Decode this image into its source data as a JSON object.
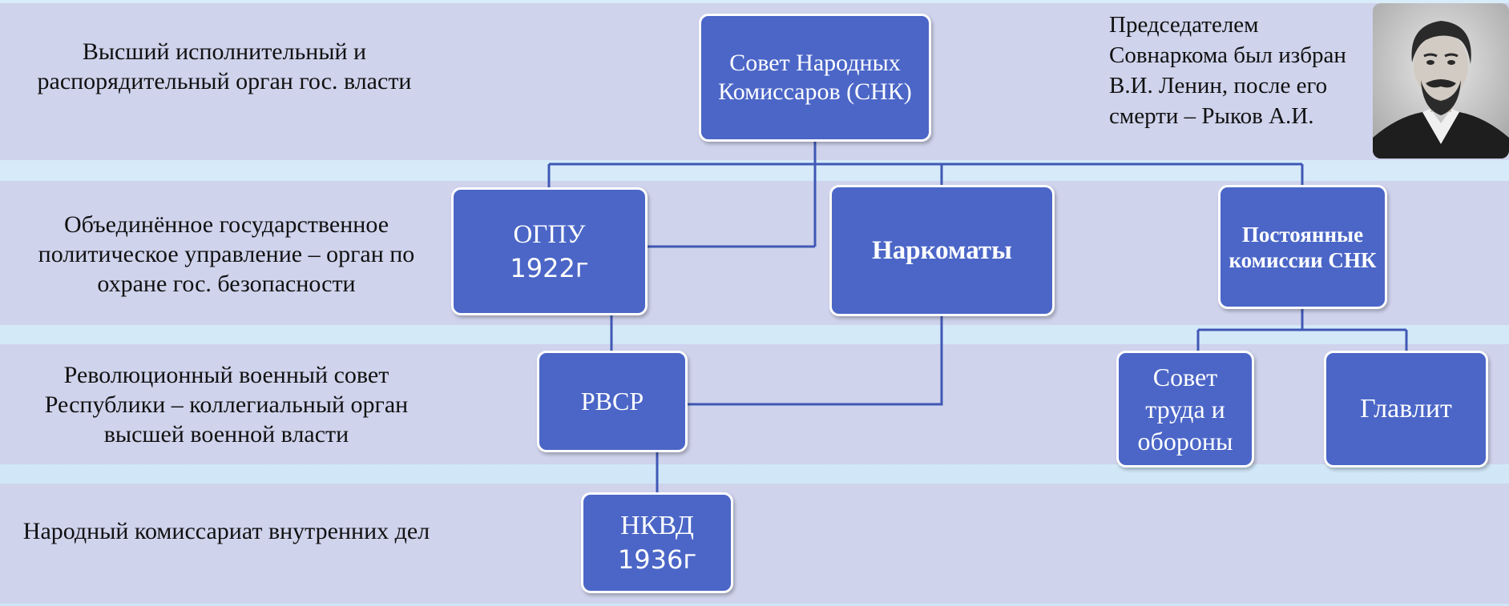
{
  "rows": [
    {
      "description": "Высший исполнительный и распорядительный орган гос. власти"
    },
    {
      "description": "Объединённое государственное политическое управление – орган по охране гос. безопасности"
    },
    {
      "description": "Революционный военный совет Республики – коллегиальный орган высшей военной власти"
    },
    {
      "description": "Народный комиссариат внутренних дел"
    }
  ],
  "boxes": {
    "snk": {
      "title": "Совет Народных Комиссаров (СНК)"
    },
    "ogpu": {
      "title": "ОГПУ",
      "year": "1922г"
    },
    "narkomaty": {
      "title": "Наркоматы"
    },
    "commissions": {
      "title": "Постоянные комиссии СНК"
    },
    "rvsr": {
      "title": "РВСР"
    },
    "sto": {
      "title": "Совет труда и обороны"
    },
    "glavlit": {
      "title": "Главлит"
    },
    "nkvd": {
      "title": "НКВД",
      "year": "1936г"
    }
  },
  "note": {
    "text": "Председателем Совнаркома был избран В.И. Ленин, после его смерти – Рыков А.И."
  },
  "colors": {
    "box_fill": "#4b66c7",
    "connector": "#3f58b5",
    "band": "#cfd3ec",
    "gap": "#d6ebf9"
  }
}
